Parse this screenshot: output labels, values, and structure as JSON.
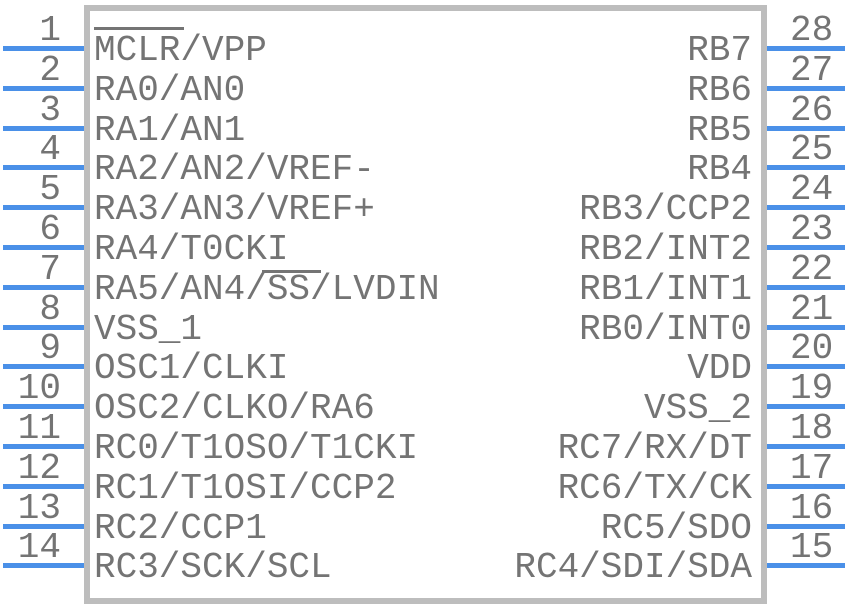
{
  "diagram": {
    "type": "ic-pinout-symbol",
    "package_pin_count": 28
  },
  "colors": {
    "pin_line": "#4a90e8",
    "text": "#747474",
    "body_border": "#bdbdbd",
    "background": "#ffffff"
  },
  "pins": {
    "left": [
      {
        "number": "1",
        "label": "MCLR/VPP",
        "active_low": "MCLR"
      },
      {
        "number": "2",
        "label": "RA0/AN0"
      },
      {
        "number": "3",
        "label": "RA1/AN1"
      },
      {
        "number": "4",
        "label": "RA2/AN2/VREF-"
      },
      {
        "number": "5",
        "label": "RA3/AN3/VREF+"
      },
      {
        "number": "6",
        "label": "RA4/T0CKI"
      },
      {
        "number": "7",
        "label": "RA5/AN4/SS/LVDIN",
        "active_low": "SS"
      },
      {
        "number": "8",
        "label": "VSS_1"
      },
      {
        "number": "9",
        "label": "OSC1/CLKI"
      },
      {
        "number": "10",
        "label": "OSC2/CLKO/RA6"
      },
      {
        "number": "11",
        "label": "RC0/T1OSO/T1CKI"
      },
      {
        "number": "12",
        "label": "RC1/T1OSI/CCP2"
      },
      {
        "number": "13",
        "label": "RC2/CCP1"
      },
      {
        "number": "14",
        "label": "RC3/SCK/SCL"
      }
    ],
    "right": [
      {
        "number": "28",
        "label": "RB7"
      },
      {
        "number": "27",
        "label": "RB6"
      },
      {
        "number": "26",
        "label": "RB5"
      },
      {
        "number": "25",
        "label": "RB4"
      },
      {
        "number": "24",
        "label": "RB3/CCP2"
      },
      {
        "number": "23",
        "label": "RB2/INT2"
      },
      {
        "number": "22",
        "label": "RB1/INT1"
      },
      {
        "number": "21",
        "label": "RB0/INT0"
      },
      {
        "number": "20",
        "label": "VDD"
      },
      {
        "number": "19",
        "label": "VSS_2"
      },
      {
        "number": "18",
        "label": "RC7/RX/DT"
      },
      {
        "number": "17",
        "label": "RC6/TX/CK"
      },
      {
        "number": "16",
        "label": "RC5/SDO"
      },
      {
        "number": "15",
        "label": "RC4/SDI/SDA"
      }
    ]
  }
}
